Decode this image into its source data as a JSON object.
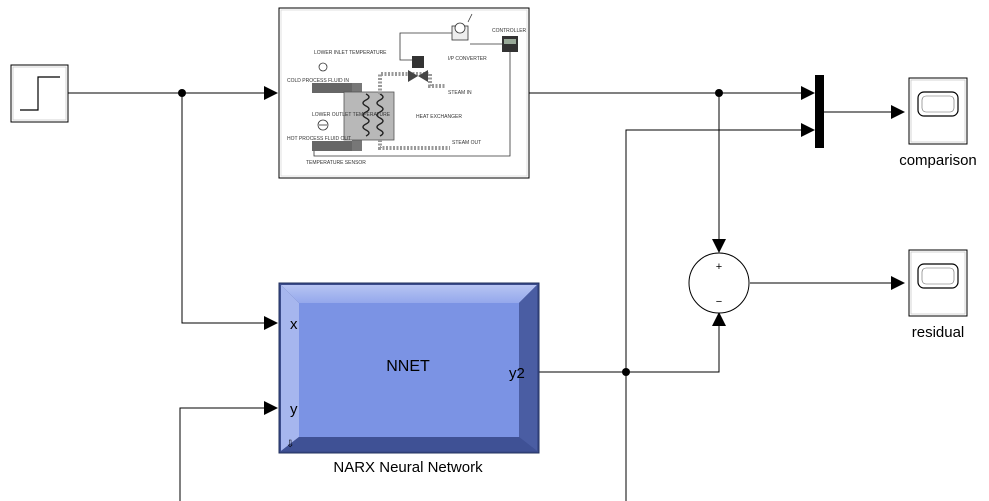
{
  "blocks": {
    "nnet": {
      "title": "NNET",
      "input_x": "x",
      "input_y": "y",
      "output": "y2",
      "caption": "NARX Neural Network"
    },
    "scope_comparison": {
      "caption": "comparison"
    },
    "scope_residual": {
      "caption": "residual"
    },
    "sum": {
      "plus_sign": "+",
      "minus_sign": "−"
    }
  },
  "plant_image": {
    "labels": {
      "lower_inlet": "LOWER INLET TEMPERATURE",
      "cold_process": "COLD PROCESS FLUID IN",
      "lower_outlet": "LOWER OUTLET TEMPERATURE",
      "hot_process": "HOT PROCESS FLUID OUT",
      "temp_sensor": "TEMPERATURE SENSOR",
      "heat_exchanger": "HEAT EXCHANGER",
      "steam_in": "STEAM IN",
      "steam_out": "STEAM OUT",
      "ip_converter": "I/P CONVERTER",
      "controller": "CONTROLLER"
    }
  },
  "colors": {
    "nnet_face": "#7b93e4",
    "nnet_border": "#3b4c8c",
    "line": "#000000"
  }
}
